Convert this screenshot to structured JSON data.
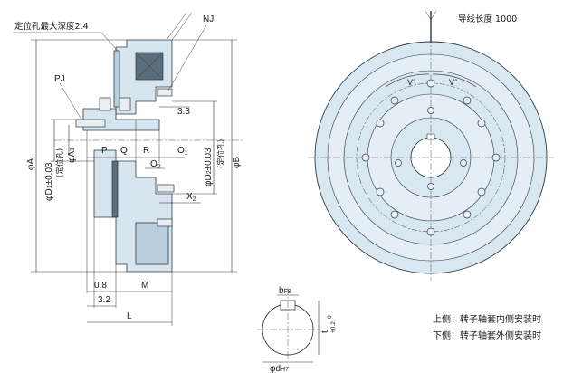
{
  "colors": {
    "body_fill": "#d7e5ee",
    "body_shade": "#b9cfdd",
    "outline": "#2b3b48",
    "dimension_line": "#2a2a2a"
  },
  "left_view": {
    "top_note": "定位孔最大深度2.4",
    "label_nj": "NJ",
    "label_pj": "PJ",
    "dim_3_3": "3.3",
    "dim_p": "P",
    "dim_q": "Q",
    "dim_r": "R",
    "dim_o1": "O",
    "dim_o1_sub": "1",
    "dim_o2": "O",
    "dim_o2_sub": "2",
    "dim_x2": "X",
    "dim_x2_sub": "2",
    "dim_a": "φA",
    "dim_d1": "φD",
    "dim_d1_sub": "1",
    "dim_d1_tol": "±0.03",
    "dim_d1_note": "(定位孔)",
    "dim_a1": "φA",
    "dim_a1_sub": "1",
    "dim_d2": "φD",
    "dim_d2_sub": "2",
    "dim_d2_tol": "±0.03",
    "dim_d2_note": "(定位孔)",
    "dim_b": "φB",
    "dim_0_8": "0.8",
    "dim_m": "M",
    "dim_3_2": "3.2",
    "dim_l": "L"
  },
  "right_view": {
    "lead_length": "导线长度 1000",
    "angle_v1": "V°",
    "angle_v2": "V°"
  },
  "keyway": {
    "dim_b": "b",
    "dim_b_sub": "F8",
    "dim_t": "t",
    "dim_t_tol_upper": "+0.2",
    "dim_t_tol_lower": "0",
    "dim_d": "φd",
    "dim_d_sub": "H7"
  },
  "legend": {
    "upper": "上侧：转子轴套内侧安装时",
    "lower": "下侧：转子轴套外侧安装时"
  }
}
